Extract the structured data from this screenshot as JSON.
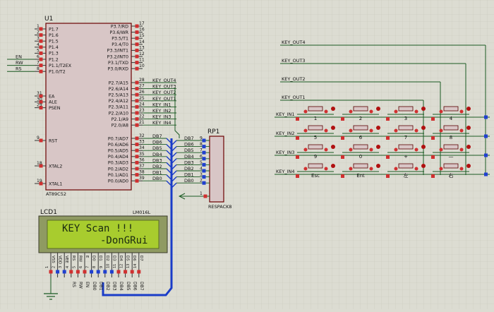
{
  "mcu": {
    "ref": "U1",
    "part": "AT89C52",
    "left_top_pins": [
      {
        "num": "1",
        "name": "P1.7"
      },
      {
        "num": "2",
        "name": "P1.6"
      },
      {
        "num": "3",
        "name": "P1.5"
      },
      {
        "num": "4",
        "name": "P1.4"
      },
      {
        "num": "5",
        "name": "P1.3"
      },
      {
        "num": "6",
        "name": "P1.2"
      },
      {
        "num": "7",
        "name": "P1.1/T2EX"
      },
      {
        "num": "8",
        "name": "P1.0/T2"
      }
    ],
    "control_nets": [
      "EN",
      "RW",
      "RS"
    ],
    "left_mid_pins": [
      {
        "num": "31",
        "name": "EA"
      },
      {
        "num": "30",
        "name": "ALE"
      },
      {
        "num": "29",
        "name": "PSEN"
      }
    ],
    "left_low_pins": [
      {
        "num": "9",
        "name": "RST"
      },
      {
        "num": "18",
        "name": "XTAL2"
      },
      {
        "num": "19",
        "name": "XTAL1"
      }
    ],
    "right_top_pins": [
      {
        "num": "17",
        "name": "P3.7/RD"
      },
      {
        "num": "16",
        "name": "P3.6/WR"
      },
      {
        "num": "15",
        "name": "P3.5/T1"
      },
      {
        "num": "14",
        "name": "P3.4/T0"
      },
      {
        "num": "13",
        "name": "P3.3/INT1"
      },
      {
        "num": "12",
        "name": "P3.2/INT0"
      },
      {
        "num": "11",
        "name": "P3.1/TXD"
      },
      {
        "num": "10",
        "name": "P3.0/RXD"
      }
    ],
    "right_mid_pins": [
      {
        "num": "28",
        "name": "P2.7/A15",
        "net": "KEY_OUT4"
      },
      {
        "num": "27",
        "name": "P2.6/A14",
        "net": "KEY_OUT3"
      },
      {
        "num": "26",
        "name": "P2.5/A13",
        "net": "KEY_OUT2"
      },
      {
        "num": "25",
        "name": "P2.4/A12",
        "net": "KEY_OUT1"
      },
      {
        "num": "24",
        "name": "P2.3/A11",
        "net": "KEY_IN1"
      },
      {
        "num": "23",
        "name": "P2.2/A10",
        "net": "KEY_IN2"
      },
      {
        "num": "22",
        "name": "P2.1/A9",
        "net": "KEY_IN3"
      },
      {
        "num": "21",
        "name": "P2.0/A8",
        "net": "KEY_IN4"
      }
    ],
    "right_low_pins": [
      {
        "num": "32",
        "name": "P0.7/AD7",
        "net": "DB7"
      },
      {
        "num": "33",
        "name": "P0.6/AD6",
        "net": "DB6"
      },
      {
        "num": "34",
        "name": "P0.5/AD5",
        "net": "DB5"
      },
      {
        "num": "35",
        "name": "P0.4/AD4",
        "net": "DB4"
      },
      {
        "num": "36",
        "name": "P0.3/AD3",
        "net": "DB3"
      },
      {
        "num": "37",
        "name": "P0.2/AD2",
        "net": "DB2"
      },
      {
        "num": "38",
        "name": "P0.1/AD1",
        "net": "DB1"
      },
      {
        "num": "39",
        "name": "P0.0/AD0",
        "net": "DB0"
      }
    ]
  },
  "rp": {
    "ref": "RP1",
    "part": "RESPACK8",
    "pins": [
      {
        "net": "DB7",
        "num": "9"
      },
      {
        "net": "DB6",
        "num": "8"
      },
      {
        "net": "DB5",
        "num": "7"
      },
      {
        "net": "DB4",
        "num": "6"
      },
      {
        "net": "DB3",
        "num": "5"
      },
      {
        "net": "DB2",
        "num": "4"
      },
      {
        "net": "DB1",
        "num": "3"
      },
      {
        "net": "DB0",
        "num": "2"
      }
    ],
    "common_pin": "1"
  },
  "lcd": {
    "ref": "LCD1",
    "part": "LM016L",
    "line1": "KEY Scan !!!",
    "line2": "-DonGRui",
    "top_pins": [
      "VSS",
      "VDD",
      "VEE",
      "RS",
      "RW",
      "E",
      "D0",
      "D1",
      "D2",
      "D3",
      "D4",
      "D5",
      "D6",
      "D7"
    ],
    "top_pin_nums": [
      "1",
      "2",
      "3",
      "4",
      "5",
      "6",
      "7",
      "8",
      "9",
      "10",
      "11",
      "12",
      "13",
      "14"
    ],
    "bottom_nets": [
      "RS",
      "RW",
      "EN",
      "DB0",
      "DB1",
      "DB2",
      "DB3",
      "DB4",
      "DB5",
      "DB6",
      "DB7"
    ]
  },
  "keypad": {
    "out_labels": [
      "KEY_OUT4",
      "KEY_OUT3",
      "KEY_OUT2",
      "KEY_OUT1"
    ],
    "in_labels": [
      "KEY_IN1",
      "KEY_IN2",
      "KEY_IN3",
      "KEY_IN4"
    ],
    "keys": [
      [
        "1",
        "2",
        "3",
        "4"
      ],
      [
        "5",
        "6",
        "7",
        "8"
      ],
      [
        "9",
        "0",
        "+",
        "—"
      ],
      [
        "Esc",
        "Ent",
        "左",
        "右"
      ]
    ]
  },
  "colors": {
    "background": "#dcdcd2",
    "grid": "#c7c7bb",
    "wire": "#1a5a22",
    "bus": "#1a3cc8",
    "chip_fill": "#d8c6c6",
    "chip_stroke": "#6a0000",
    "pin_red": "#d03030",
    "pin_blue": "#2040d0",
    "lcd_frame": "#8f9a62",
    "lcd_screen": "#a8cc2e"
  }
}
